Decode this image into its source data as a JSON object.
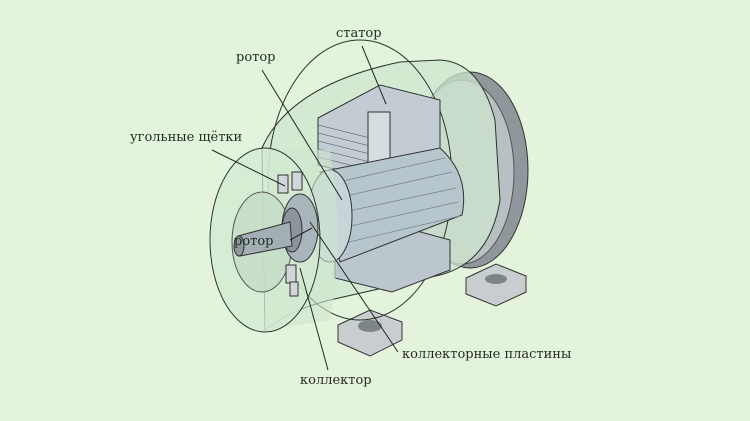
{
  "labels": {
    "stator": "статор",
    "rotor_top": "ротор",
    "carbon_brushes": "угольные щётки",
    "rotor_left": "ротор",
    "commutator_plates": "коллекторные пластины",
    "commutator": "коллектор"
  },
  "colors": {
    "background": "#e4f3dc",
    "housing": "#cfe6cf",
    "metal": "#b9c6cc",
    "line": "#2b3530"
  }
}
